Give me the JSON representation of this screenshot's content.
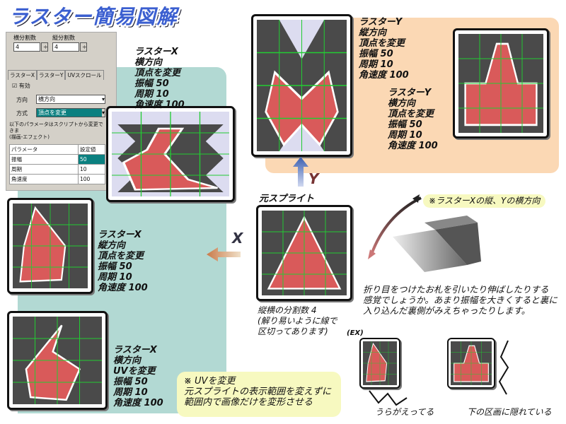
{
  "title": "ラスター簡易図解",
  "ui_panel": {
    "h_div_label": "横分割数",
    "h_div_value": "4",
    "v_div_label": "縦分割数",
    "v_div_value": "4",
    "tabs": [
      "ラスターX",
      "ラスターY",
      "UVスクロール"
    ],
    "enabled_label": "有効",
    "direction_label": "方向",
    "direction_value": "横方向",
    "method_label": "方式",
    "method_value": "頂点を変更",
    "note": "以下のパラメータはスクリプトから変更できま\n(描画-エフェクト)",
    "table_headers": [
      "パラメータ",
      "設定値"
    ],
    "rows": [
      [
        "振幅",
        "50"
      ],
      [
        "周期",
        "10"
      ],
      [
        "角速度",
        "100"
      ]
    ]
  },
  "notes": {
    "x_horizontal_vertex": "ラスターX\n横方向\n頂点を変更\n振幅 50\n周期 10\n角速度 100",
    "y_vertical_vertex": "ラスターY\n縦方向\n頂点を変更\n振幅 50\n周期 10\n角速度 100",
    "y_horizontal_vertex": "ラスターY\n横方向\n頂点を変更\n振幅 50\n周期 10\n角速度 100",
    "x_vertical_vertex": "ラスターX\n縦方向\n頂点を変更\n振幅 50\n周期 10\n角速度 100",
    "x_horizontal_uv": "ラスターX\n横方向\nUVを変更\n振幅 50\n周期 10\n角速度 100"
  },
  "original_sprite_label": "元スプライト",
  "division_note": "縦横の分割数 4\n(解り易いように線で\n区切ってあります)",
  "direction_note": "※ラスターXの縦、Yの横方向",
  "fold_note": "折り目をつけたお札を引いたり伸ばしたりする\n感覚でしょうか。あまり振幅を大きくすると裏に\n入り込んだ裏側がみえちゃったりします。",
  "uv_note": "※ UVを変更\n元スプライトの表示範囲を変えずに\n範囲内で画像だけを変形させる",
  "ex_label": "(EX)",
  "caption_flipped": "うらがえってる",
  "caption_hidden": "下の区画に隠れている",
  "axis_x": "X",
  "axis_y": "Y",
  "colors": {
    "sprite_bg": "#4a4a4a",
    "grid": "#22cc33",
    "shape": "#d95a5a",
    "teal": "#b2d9d3",
    "peach": "#fbd8b4"
  }
}
